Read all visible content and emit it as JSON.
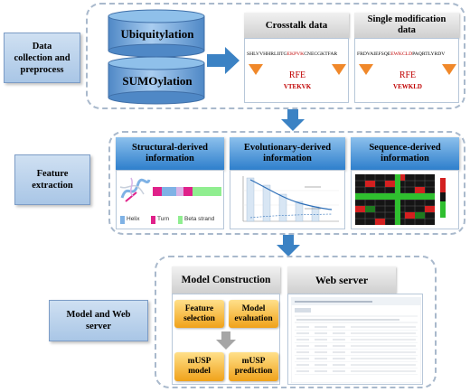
{
  "stages": {
    "collection": "Data\ncollection and\npreprocess",
    "extraction": "Feature\nextraction",
    "model": "Model and Web\nserver"
  },
  "databases": {
    "ubiquitylation": "Ubiquitylation",
    "sumoylation": "SUMOylation"
  },
  "crosstalk": {
    "title": "Crosstalk data",
    "seq_black1": "SHLVVHHRLIITG",
    "seq_red": "EKPVK",
    "seq_black2": "CNECGKTFAR",
    "motif1": "RFE",
    "motif2": "VTEKVK"
  },
  "single": {
    "title": "Single modification\ndata",
    "seq_black1": "FRDVAIEFSQE",
    "seq_red": "EWKCLD",
    "seq_black2": "PAQRTLYRDV",
    "motif1": "RFE",
    "motif2": "VEWKLD"
  },
  "features": {
    "structural": "Structural-derived\ninformation",
    "evolutionary": "Evolutionary-derived\ninformation",
    "sequence": "Sequence-derived\ninformation",
    "legend": [
      "Helix",
      "Turn",
      "Beta strand"
    ]
  },
  "model": {
    "construction_title": "Model Construction",
    "web_title": "Web server",
    "feature_selection": "Feature\nselection",
    "model_evaluation": "Model\nevaluation",
    "musp_model": "mUSP\nmodel",
    "musp_prediction": "mUSP\nprediction"
  },
  "colors": {
    "arrow_blue": "#3b82c4",
    "cylinder_blue": "#6fa2d8",
    "orange_chevron": "#f0882a",
    "motif_red": "#c00000",
    "helix": "#7fb2e5",
    "turn": "#e0218a",
    "beta": "#90ee90"
  }
}
